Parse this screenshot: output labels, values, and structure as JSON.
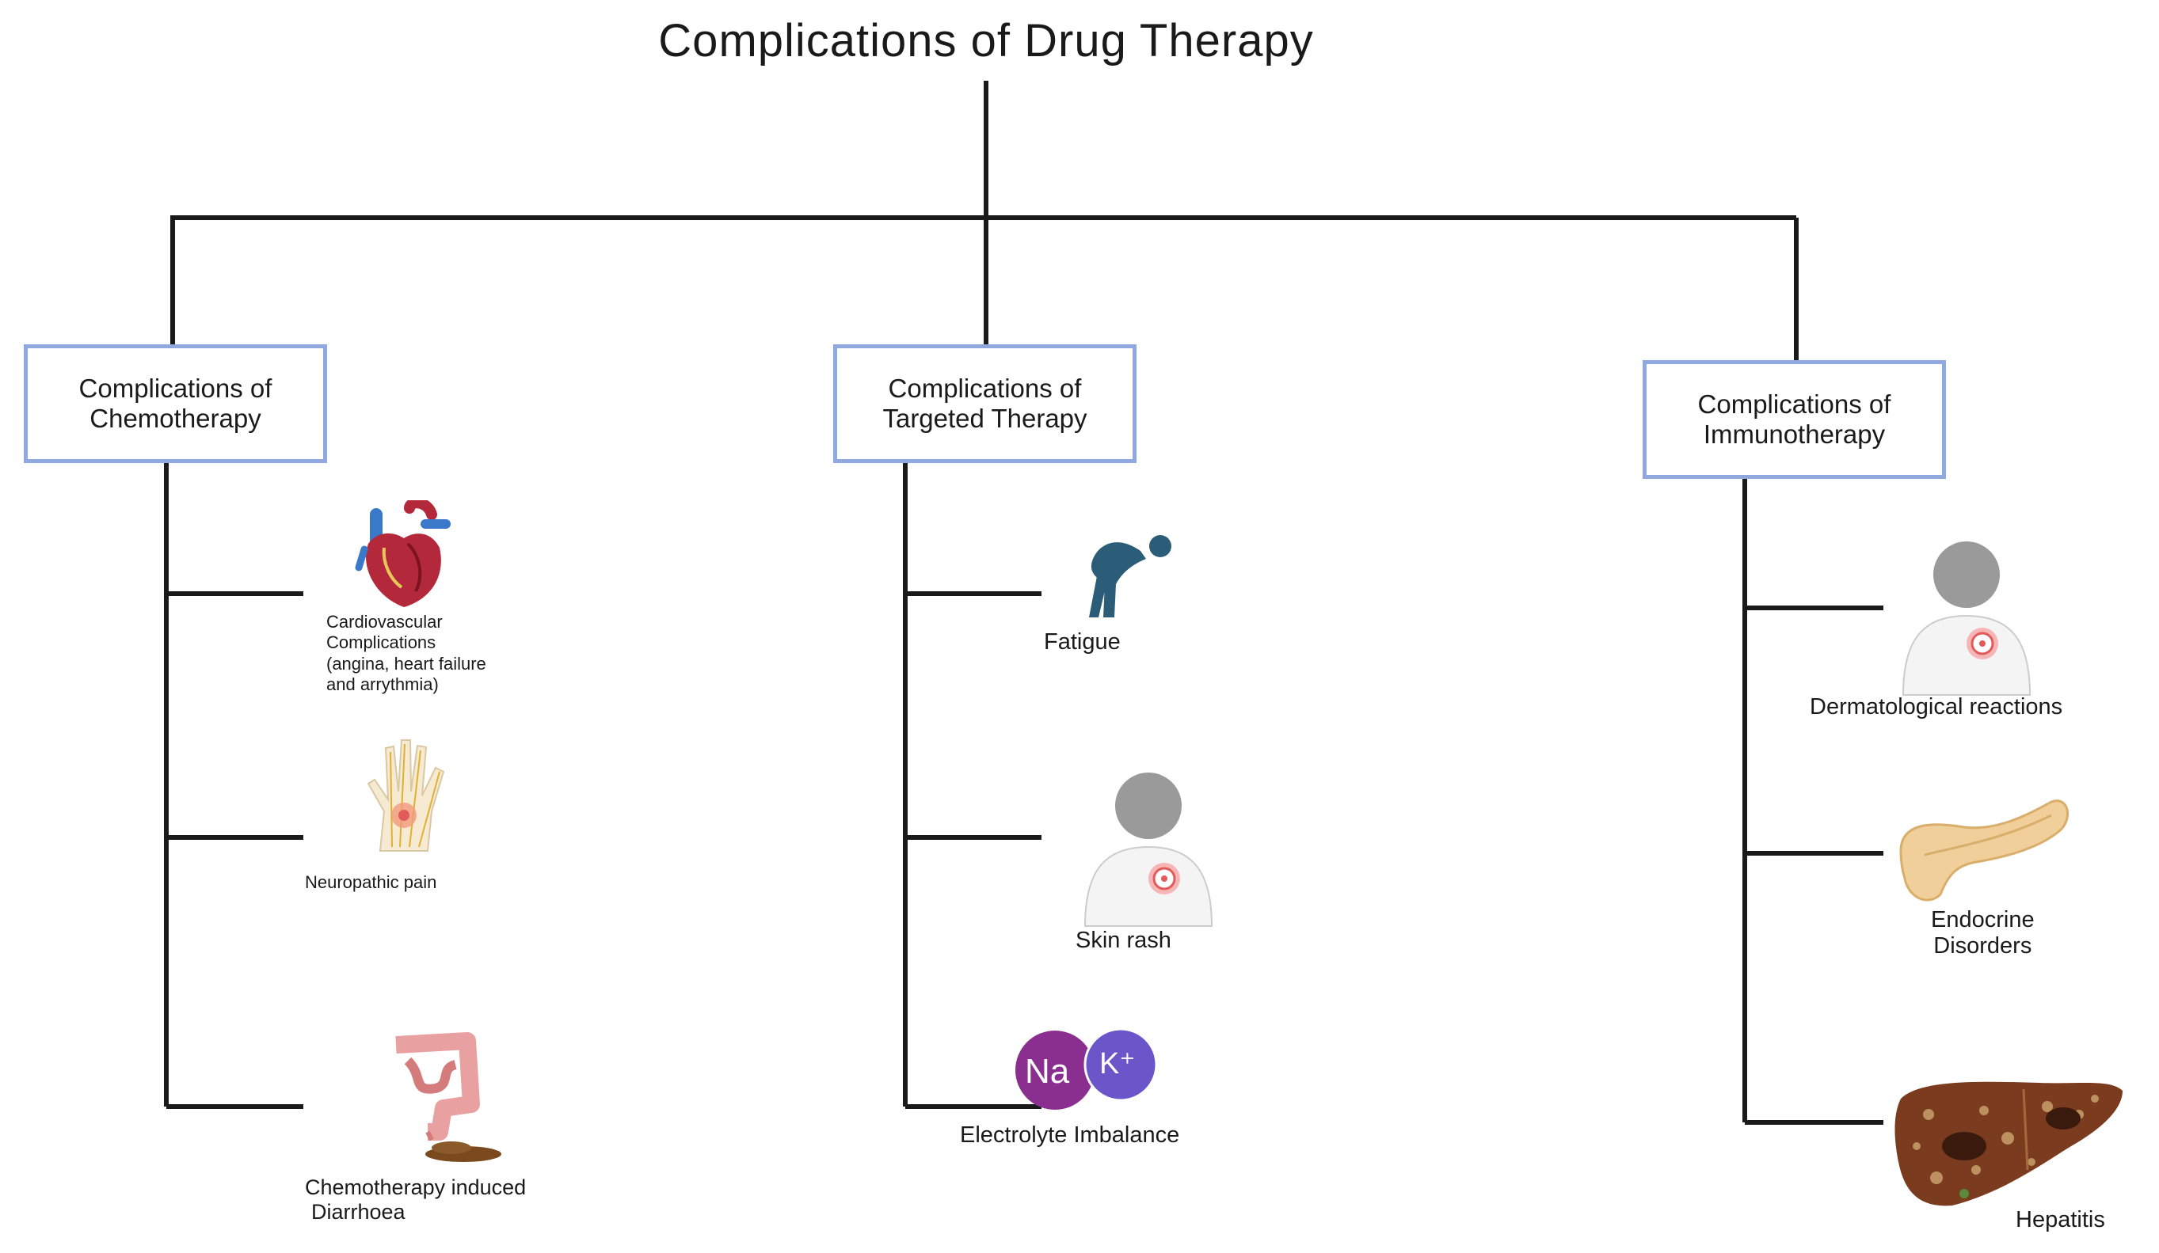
{
  "title": "Complications of Drug Therapy",
  "categories": [
    {
      "label_line1": "Complications of",
      "label_line2": "Chemotherapy",
      "items": [
        {
          "icon": "heart-icon",
          "lines": [
            "Cardiovascular",
            "Complications",
            "(angina, heart failure",
            "and arrythmia)"
          ]
        },
        {
          "icon": "hand-nerve-icon",
          "lines": [
            "Neuropathic pain"
          ]
        },
        {
          "icon": "intestine-icon",
          "lines": [
            "Chemotherapy induced",
            "Diarrhoea"
          ]
        }
      ]
    },
    {
      "label_line1": "Complications of",
      "label_line2": "Targeted Therapy",
      "items": [
        {
          "icon": "fatigued-person-icon",
          "lines": [
            "Fatigue"
          ]
        },
        {
          "icon": "body-rash-icon",
          "lines": [
            "Skin rash"
          ]
        },
        {
          "icon": "electrolyte-icon",
          "lines": [
            "Electrolyte Imbalance"
          ],
          "glyphs": [
            "Na",
            "K⁺"
          ]
        }
      ]
    },
    {
      "label_line1": "Complications of",
      "label_line2": "Immunotherapy",
      "items": [
        {
          "icon": "body-rash-icon",
          "lines": [
            "Dermatological reactions"
          ]
        },
        {
          "icon": "pancreas-icon",
          "lines": [
            "Endocrine",
            "Disorders"
          ]
        },
        {
          "icon": "liver-icon",
          "lines": [
            "Hepatitis"
          ]
        }
      ]
    }
  ],
  "colors": {
    "box_border": "#8fa9e0",
    "line": "#1a1a1a",
    "heart_red": "#b3283a",
    "heart_blue": "#3a78c9",
    "fatigue_blue": "#2b5d78",
    "na_purple": "#8a2f8f",
    "k_purple": "#6a55c9",
    "pancreas": "#f1cf9a",
    "liver": "#7a3b1e",
    "intestine": "#e9a0a0",
    "rash": "#e35a5a",
    "body_gray": "#9a9a9a"
  }
}
